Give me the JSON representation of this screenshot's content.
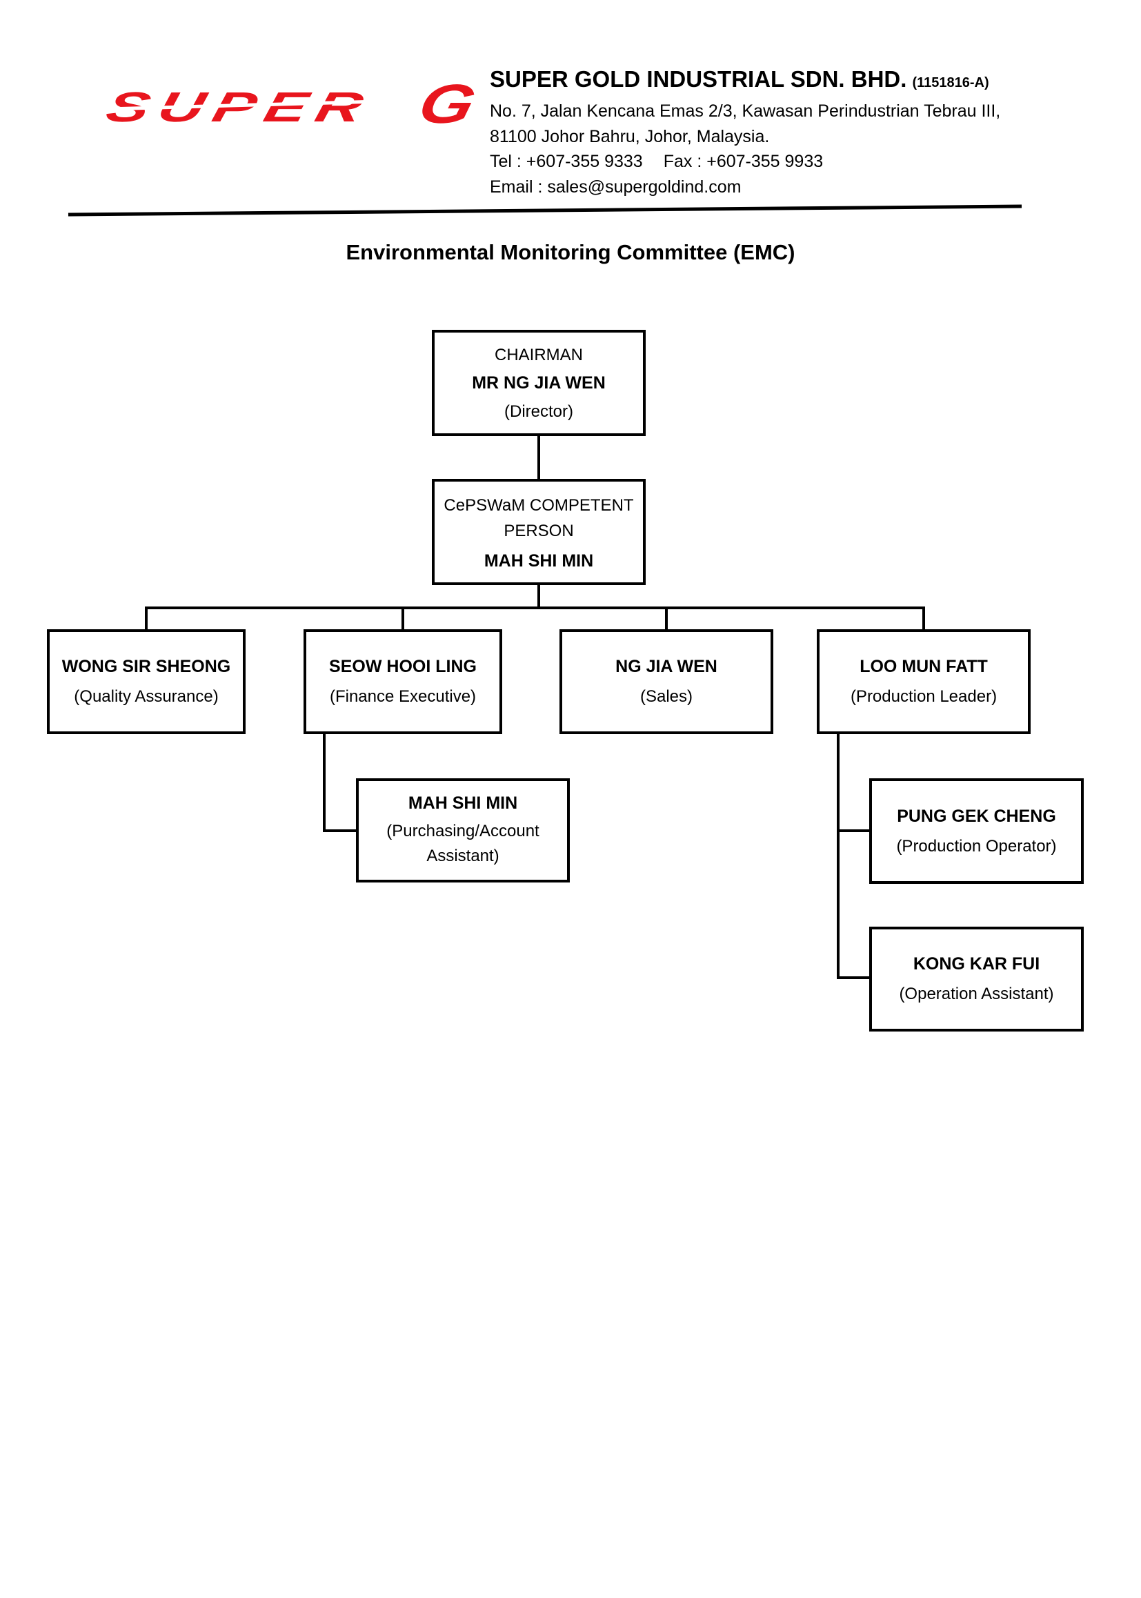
{
  "header": {
    "logo_super": "SUPER",
    "logo_g": "G",
    "logo_color": "#e8151d",
    "company_name": "SUPER GOLD INDUSTRIAL SDN. BHD.",
    "company_reg_no": "(1151816-A)",
    "address_line1": "No. 7, Jalan Kencana Emas 2/3, Kawasan Perindustrian Tebrau III,",
    "address_line2": "81100 Johor Bahru, Johor, Malaysia.",
    "tel": "Tel : +607-355 9333",
    "fax": "Fax : +607-355 9933",
    "email": "Email : sales@supergoldind.com"
  },
  "document": {
    "title": "Environmental Monitoring Committee (EMC)"
  },
  "org_chart": {
    "line_color": "#000000",
    "chairman": {
      "title": "CHAIRMAN",
      "name": "MR NG JIA WEN",
      "role": "(Director)"
    },
    "competent_person": {
      "title": "CePSWaM COMPETENT PERSON",
      "name": "MAH SHI MIN"
    },
    "level2": [
      {
        "name": "WONG SIR SHEONG",
        "role": "(Quality Assurance)"
      },
      {
        "name": "SEOW HOOI LING",
        "role": "(Finance Executive)"
      },
      {
        "name": "NG JIA WEN",
        "role": "(Sales)"
      },
      {
        "name": "LOO MUN FATT",
        "role": "(Production Leader)"
      }
    ],
    "level3": [
      {
        "name": "MAH SHI MIN",
        "role": "(Purchasing/Account Assistant)"
      },
      {
        "name": "PUNG GEK CHENG",
        "role": "(Production Operator)"
      },
      {
        "name": "KONG KAR FUI",
        "role": "(Operation Assistant)"
      }
    ]
  }
}
